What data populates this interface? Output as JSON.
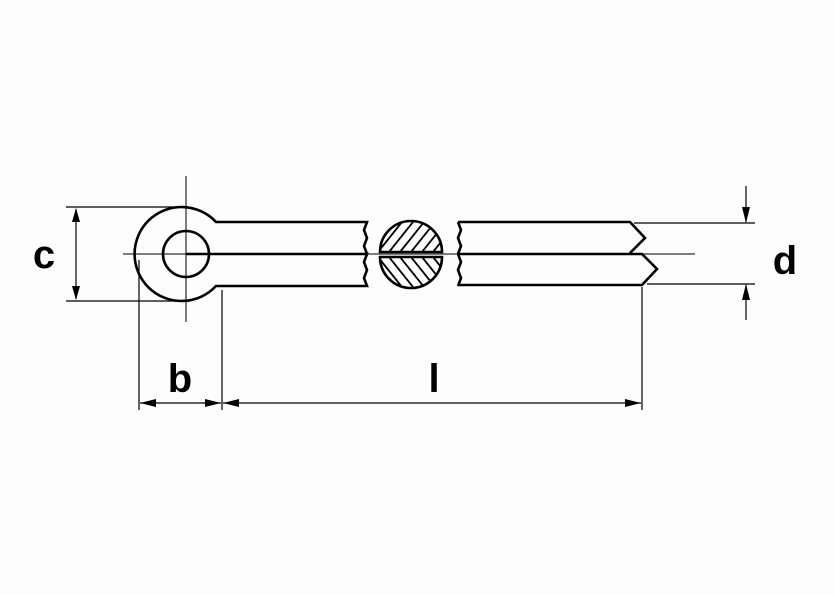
{
  "drawing": {
    "subject": "Split pin (cotter pin) dimension drawing",
    "background": "#fdfdfd",
    "stroke_color": "#000000"
  },
  "dimensions": {
    "c": {
      "label": "c",
      "meaning": "head (eye) outer diameter"
    },
    "b": {
      "label": "b",
      "meaning": "eye length"
    },
    "l": {
      "label": "l",
      "meaning": "pin length"
    },
    "d": {
      "label": "d",
      "meaning": "pin nominal diameter"
    }
  },
  "views": {
    "side_view": "eye with centerlines, broken shaft, split tip",
    "section": "circular cross-section with hatched halves"
  }
}
